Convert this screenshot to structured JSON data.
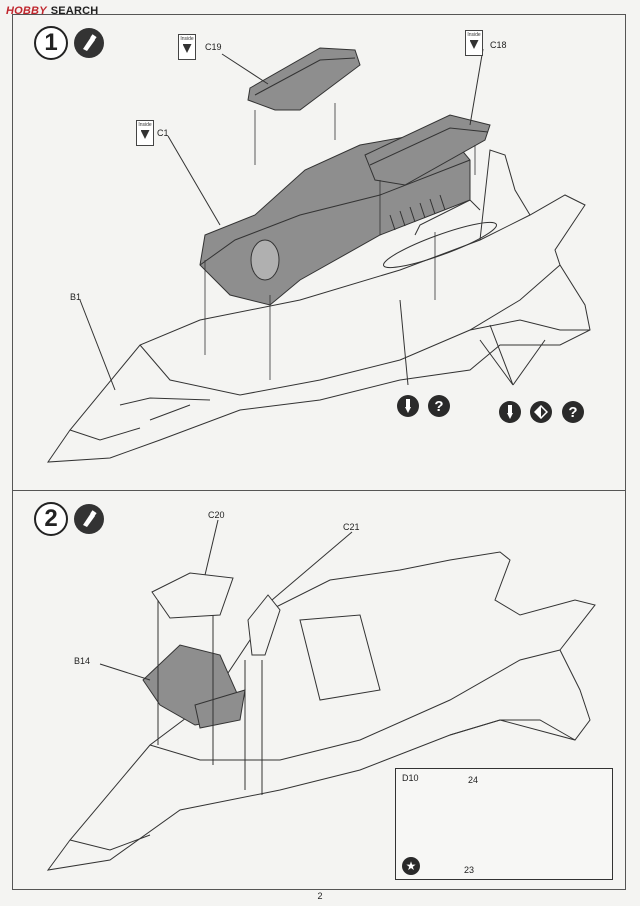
{
  "watermark": {
    "logo": "HOBBY",
    "text": "SEARCH"
  },
  "steps": [
    {
      "number": "1",
      "parts": {
        "c19": "C19",
        "c18": "C18",
        "c1": "C1",
        "b1": "B1"
      },
      "inside_tag": "Inside",
      "instruction_icons": [
        "paint-icon",
        "question-icon",
        "paint-icon",
        "flip-icon",
        "question-icon"
      ],
      "question_glyph": "?"
    },
    {
      "number": "2",
      "parts": {
        "c20": "C20",
        "c21": "C21",
        "b14": "B14"
      },
      "inset": {
        "part": "D10",
        "callout_a": "24",
        "callout_b": "23"
      }
    }
  ],
  "footer": {
    "page_number": "2"
  },
  "colors": {
    "part_fill": "#8e8e8e",
    "line": "#333333",
    "brand": "#c0262d"
  }
}
